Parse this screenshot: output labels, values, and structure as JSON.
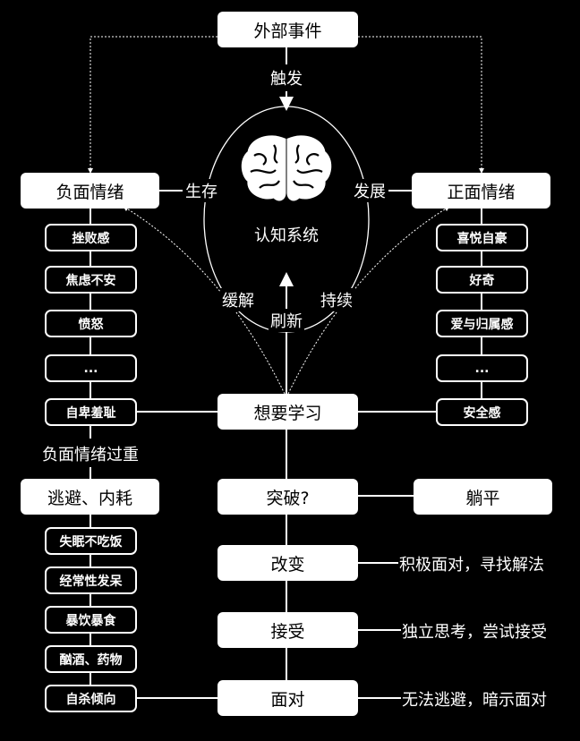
{
  "top_event": "外部事件",
  "trigger_label": "触发",
  "center": {
    "title": "认知系统",
    "icon": "brain-icon"
  },
  "negative": {
    "title": "负面情绪",
    "link_label": "生存",
    "items": [
      "挫败感",
      "焦虑不安",
      "愤怒",
      "...",
      "自卑羞耻"
    ]
  },
  "positive": {
    "title": "正面情绪",
    "link_label": "发展",
    "items": [
      "喜悦自豪",
      "好奇",
      "爱与归属感",
      "...",
      "安全感"
    ]
  },
  "learn": "想要学习",
  "feedback": {
    "left": "缓解",
    "middle": "刷新",
    "right": "持续"
  },
  "overload_label": "负面情绪过重",
  "escape": {
    "title": "逃避、内耗",
    "items": [
      "失眠不吃饭",
      "经常性发呆",
      "暴饮暴食",
      "酗酒、药物",
      "自杀倾向"
    ]
  },
  "breakthrough": "突破?",
  "lie_flat": "躺平",
  "stages": [
    {
      "title": "改变",
      "note": "积极面对，寻找解法"
    },
    {
      "title": "接受",
      "note": "独立思考，尝试接受"
    },
    {
      "title": "面对",
      "note": "无法逃避，暗示面对"
    }
  ]
}
